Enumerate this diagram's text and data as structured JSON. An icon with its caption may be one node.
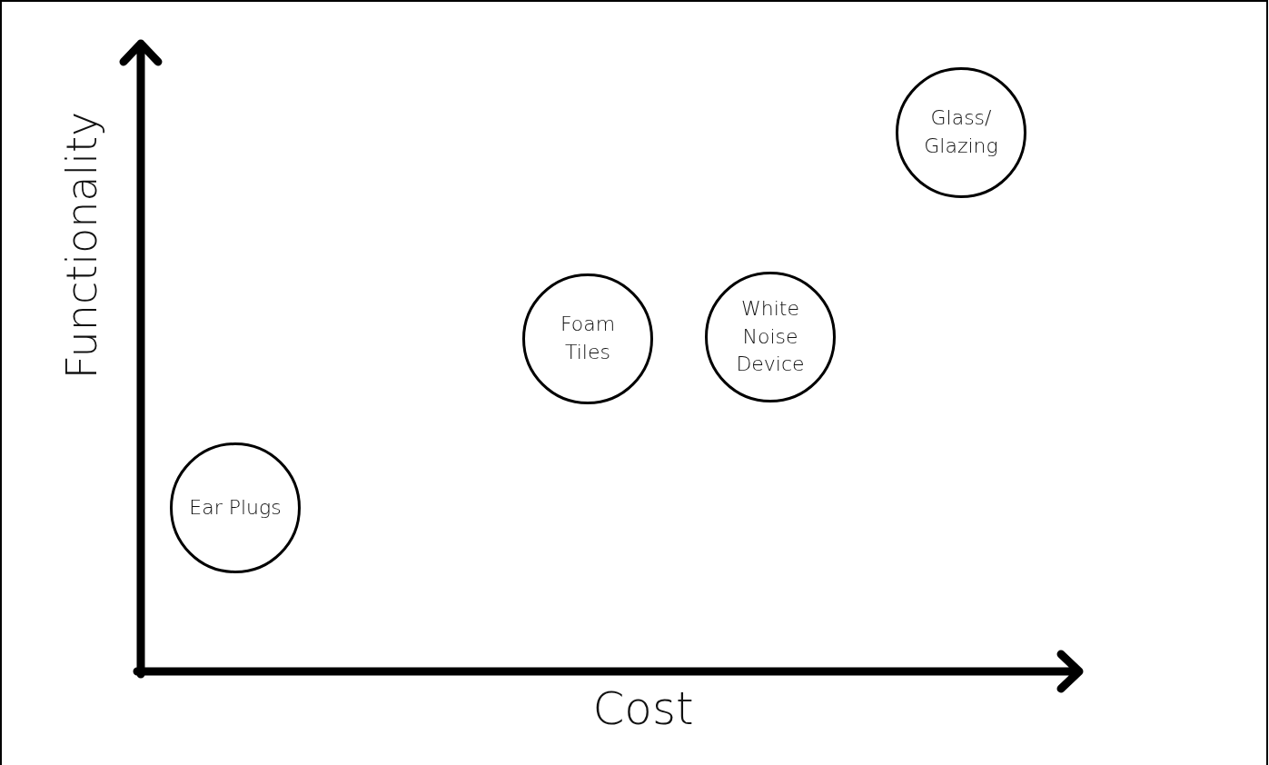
{
  "diagram": {
    "nodes": [
      {
        "text": [
          "Glass/ Glazing"
        ]
      },
      {
        "text": [
          "Foam Tiles"
        ]
      },
      {
        "text": [
          "White Noise Device"
        ]
      },
      {
        "text": [
          "Ear Plugs"
        ]
      }
    ],
    "labels": [
      "Functionality",
      "Cost"
    ]
  }
}
